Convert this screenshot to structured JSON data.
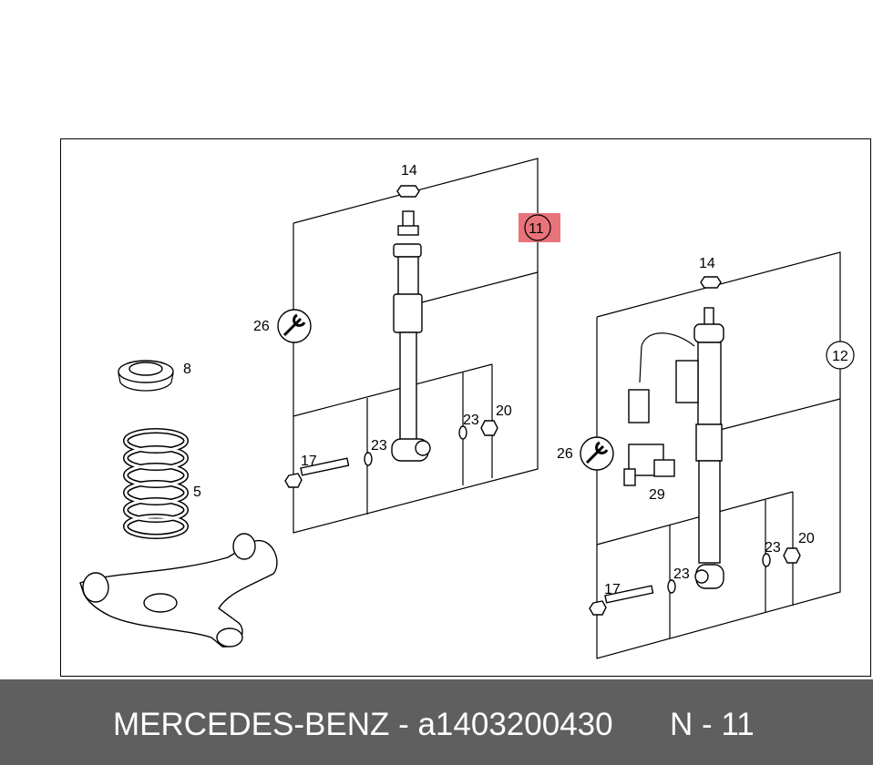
{
  "diagram": {
    "callouts": {
      "top_nut_left": "14",
      "top_nut_right": "14",
      "assembly_left": "11",
      "assembly_right": "12",
      "torque_left": "26",
      "torque_right": "26",
      "spring_pad": "8",
      "coil_spring": "5",
      "bolt_left": "17",
      "bolt_right": "17",
      "washer_left_a": "23",
      "washer_left_b": "23",
      "washer_right_a": "23",
      "washer_right_b": "23",
      "nut_left": "20",
      "nut_right": "20",
      "bracket_right": "29"
    },
    "highlight_color": "#e8737a"
  },
  "footer": {
    "brand_part": "MERCEDES-BENZ - a1403200430",
    "diagram_ref": "N - 11",
    "background": "#5f5f5f"
  }
}
